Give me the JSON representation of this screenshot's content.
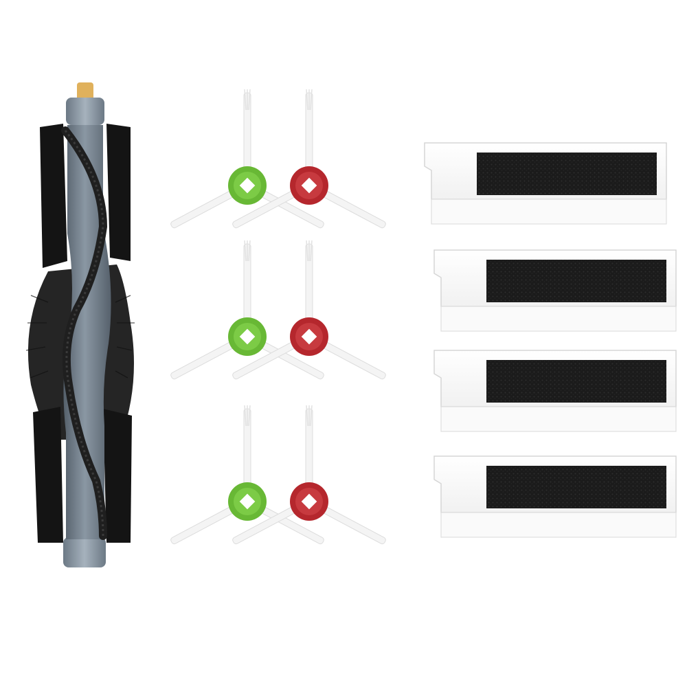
{
  "scene": {
    "background": "#ffffff",
    "items": [
      {
        "kind": "main-roller-brush",
        "count": 1,
        "colors": {
          "core": "#6f7b86",
          "blade": "#141414",
          "bristle": "#2a2a2a",
          "cap": "#8b99a6",
          "tip": "#e0b15c"
        }
      },
      {
        "kind": "side-brush-green",
        "count": 3,
        "colors": {
          "hub": "#68b835",
          "arm": "#f2f2f2"
        }
      },
      {
        "kind": "side-brush-red",
        "count": 3,
        "colors": {
          "hub": "#b5272d",
          "arm": "#f2f2f2"
        }
      },
      {
        "kind": "hepa-filter",
        "count": 4,
        "colors": {
          "frame": "#ffffff",
          "edge": "#d6d6d6",
          "media": "#1c1c1c"
        }
      }
    ]
  }
}
